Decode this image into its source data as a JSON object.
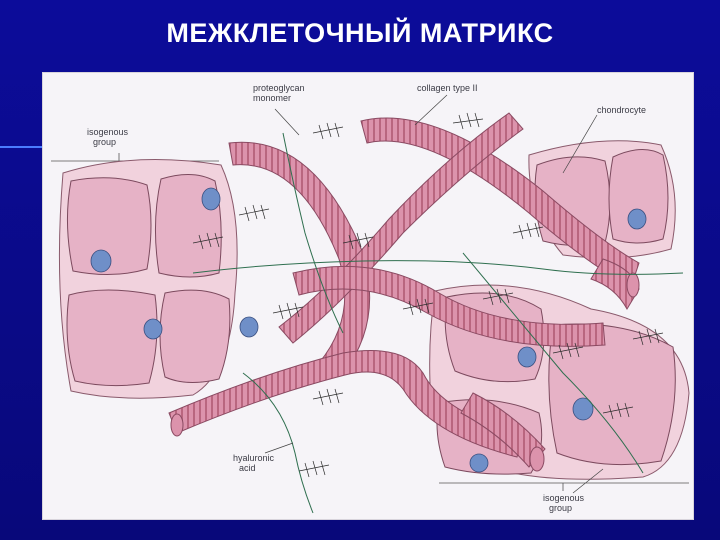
{
  "slide": {
    "title": "МЕЖКЛЕТОЧНЫЙ МАТРИКС"
  },
  "diagram": {
    "labels": {
      "proteoglycan_line1": "proteoglycan",
      "proteoglycan_line2": "monomer",
      "collagen": "collagen type II",
      "chondrocyte": "chondrocyte",
      "isogenous_top_line1": "isogenous",
      "isogenous_top_line2": "group",
      "hyaluronic_line1": "hyaluronic",
      "hyaluronic_line2": "acid",
      "isogenous_bottom_line1": "isogenous",
      "isogenous_bottom_line2": "group"
    },
    "colors": {
      "background": "#0a0a8c",
      "cell_fill": "#e8b6c8",
      "cell_stroke": "#7c4a5e",
      "nucleus": "#6f8fc8",
      "fiber_fill": "#d98fa8",
      "fiber_band": "#b0607c"
    }
  }
}
